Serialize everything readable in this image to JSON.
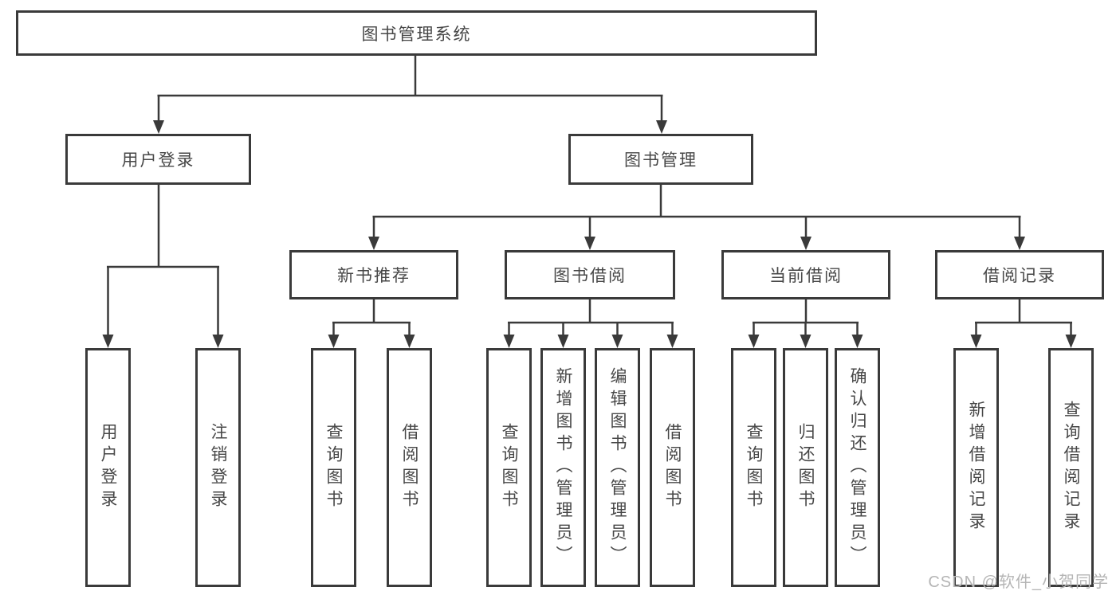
{
  "tree": {
    "root": "图书管理系统",
    "branches": [
      {
        "label": "用户登录",
        "children": [
          "用户登录",
          "注销登录"
        ]
      },
      {
        "label": "图书管理",
        "sections": [
          {
            "label": "新书推荐",
            "children": [
              "查询图书",
              "借阅图书"
            ]
          },
          {
            "label": "图书借阅",
            "children": [
              "查询图书",
              "新增图书（管理员）",
              "编辑图书（管理员）",
              "借阅图书"
            ]
          },
          {
            "label": "当前借阅",
            "children": [
              "查询图书",
              "归还图书",
              "确认归还（管理员）"
            ]
          },
          {
            "label": "借阅记录",
            "children": [
              "新增借阅记录",
              "查询借阅记录"
            ]
          }
        ]
      }
    ]
  },
  "watermark": "CSDN @软件_小贺同学",
  "colors": {
    "line": "#3a3a3a",
    "text": "#474747",
    "box_background": "#ffffff",
    "watermark": "#b5b5b5",
    "page_background": "#ffffff"
  }
}
